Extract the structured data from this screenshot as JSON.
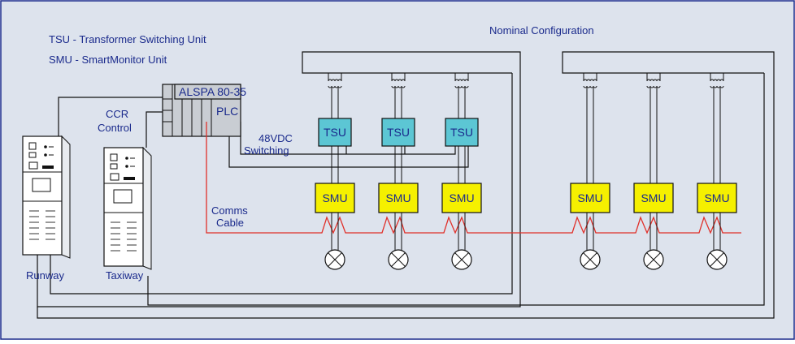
{
  "legend": {
    "tsu": "TSU - Transformer Switching Unit",
    "smu": "SMU - SmartMonitor Unit"
  },
  "title": "Nominal Configuration",
  "plc": {
    "model": "ALSPA 80-35",
    "label": "PLC"
  },
  "labels": {
    "ccr_line1": "CCR",
    "ccr_line2": "Control",
    "vdc_line1": "48VDC",
    "vdc_line2": "Switching",
    "comms_line1": "Comms",
    "comms_line2": "Cable"
  },
  "ccrs": [
    {
      "label": "Runway"
    },
    {
      "label": "Taxiway"
    }
  ],
  "units": {
    "tsu_label": "TSU",
    "smu_label": "SMU"
  },
  "colors": {
    "background": "#dde3ed",
    "border": "#1a2a8c",
    "tsu_fill": "#5cc6d4",
    "smu_fill": "#f5f000",
    "plc_fill": "#c9cdd3",
    "comms_cable": "#e0302a",
    "wire": "#111111"
  }
}
